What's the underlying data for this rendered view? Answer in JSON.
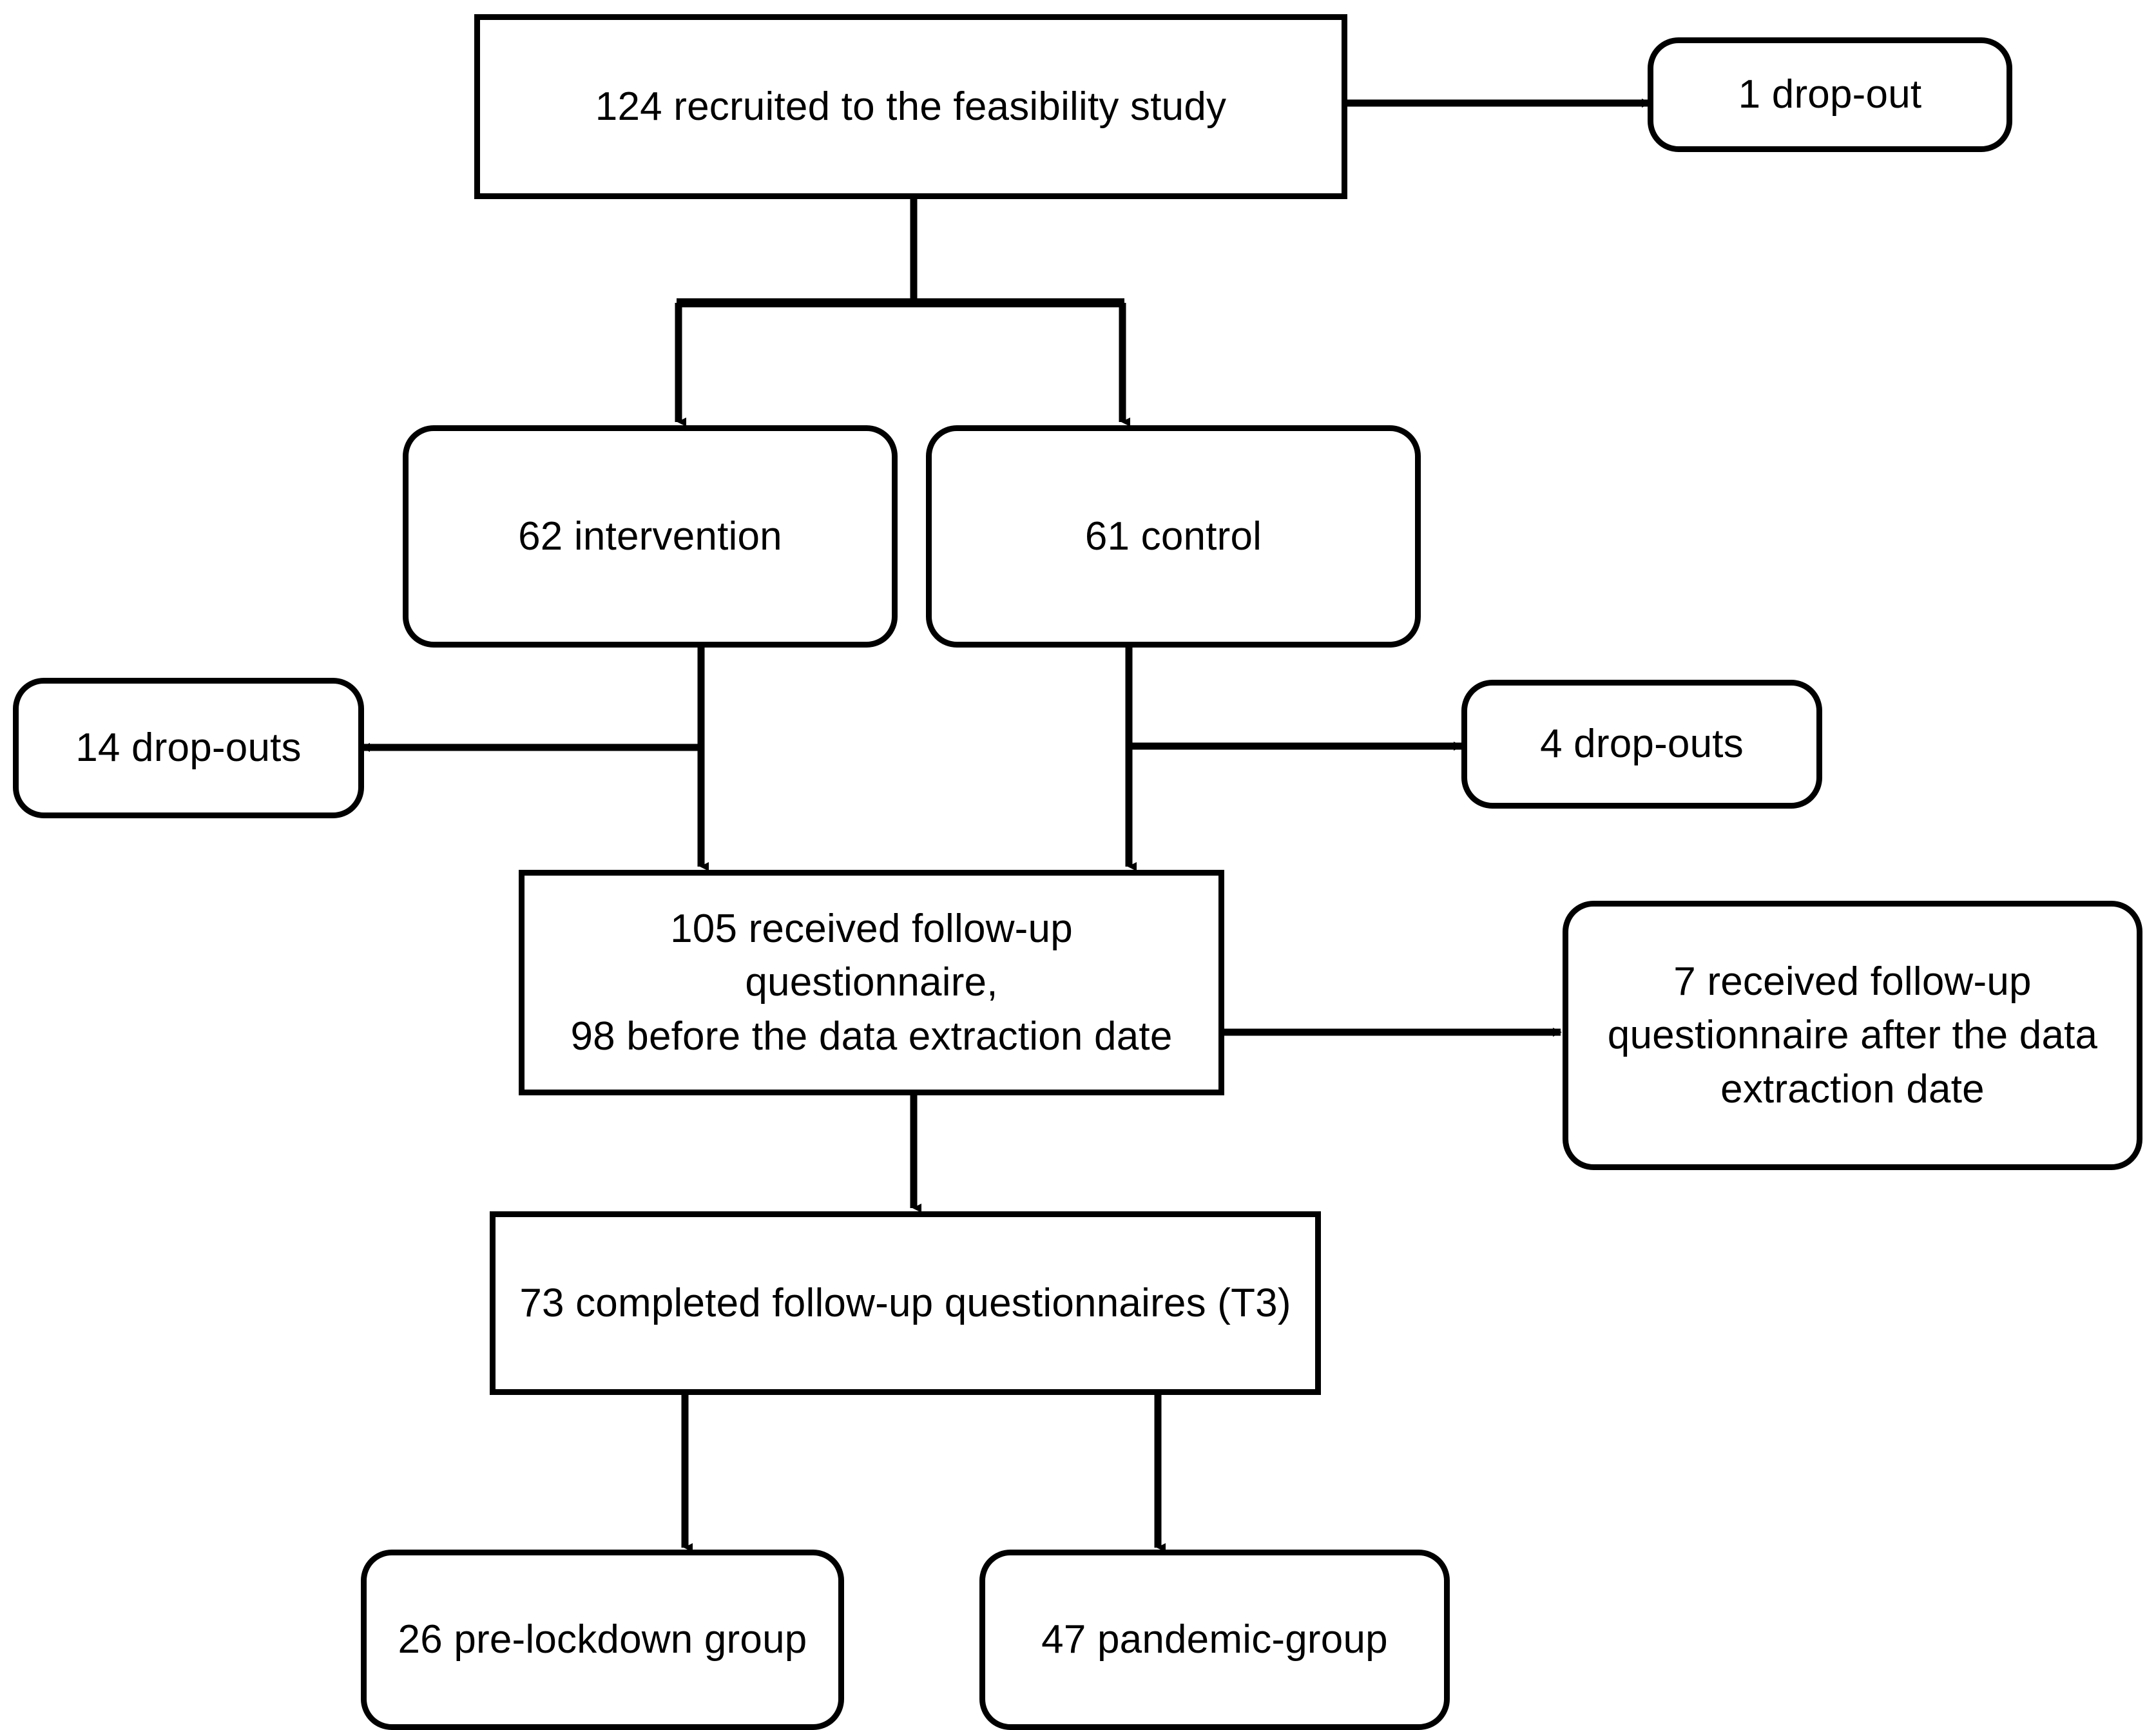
{
  "diagram": {
    "type": "participant-flow-diagram",
    "title": "",
    "style": {
      "line_color": "#000000",
      "box_fill": "#ffffff",
      "text_color": "#000000"
    },
    "nodes": [
      {
        "id": "recruited",
        "label": "124 recruited to the feasibility study",
        "shape": "rectangle",
        "count": 124
      },
      {
        "id": "dropout_initial",
        "label": "1 drop-out",
        "shape": "rounded-rectangle",
        "count": 1
      },
      {
        "id": "intervention",
        "label": "62 intervention",
        "shape": "rounded-rectangle",
        "count": 62
      },
      {
        "id": "control",
        "label": "61 control",
        "shape": "rounded-rectangle",
        "count": 61
      },
      {
        "id": "dropouts_intervention",
        "label": "14 drop-outs",
        "shape": "rounded-rectangle",
        "count": 14
      },
      {
        "id": "dropouts_control",
        "label": "4 drop-outs",
        "shape": "rounded-rectangle",
        "count": 4
      },
      {
        "id": "received_followup",
        "label": "105 received follow-up questionnaire,\n98 before the data extraction date",
        "shape": "rectangle",
        "count": 105
      },
      {
        "id": "received_after",
        "label": "7 received follow-up\nquestionnaire after the data\nextraction date",
        "shape": "rounded-rectangle",
        "count": 7
      },
      {
        "id": "completed",
        "label": "73 completed follow-up questionnaires (T3)",
        "shape": "rectangle",
        "count": 73
      },
      {
        "id": "pre_lockdown",
        "label": "26 pre-lockdown group",
        "shape": "rounded-rectangle",
        "count": 26
      },
      {
        "id": "pandemic",
        "label": "47 pandemic-group",
        "shape": "rounded-rectangle",
        "count": 47
      }
    ],
    "edges": [
      {
        "from": "recruited",
        "to": "dropout_initial",
        "direction": "right"
      },
      {
        "from": "recruited",
        "to": "intervention",
        "direction": "down"
      },
      {
        "from": "recruited",
        "to": "control",
        "direction": "down"
      },
      {
        "from": "intervention",
        "to": "dropouts_intervention",
        "direction": "left"
      },
      {
        "from": "intervention",
        "to": "received_followup",
        "direction": "down"
      },
      {
        "from": "control",
        "to": "dropouts_control",
        "direction": "right"
      },
      {
        "from": "control",
        "to": "received_followup",
        "direction": "down"
      },
      {
        "from": "received_followup",
        "to": "received_after",
        "direction": "right"
      },
      {
        "from": "received_followup",
        "to": "completed",
        "direction": "down"
      },
      {
        "from": "completed",
        "to": "pre_lockdown",
        "direction": "down"
      },
      {
        "from": "completed",
        "to": "pandemic",
        "direction": "down"
      }
    ]
  }
}
